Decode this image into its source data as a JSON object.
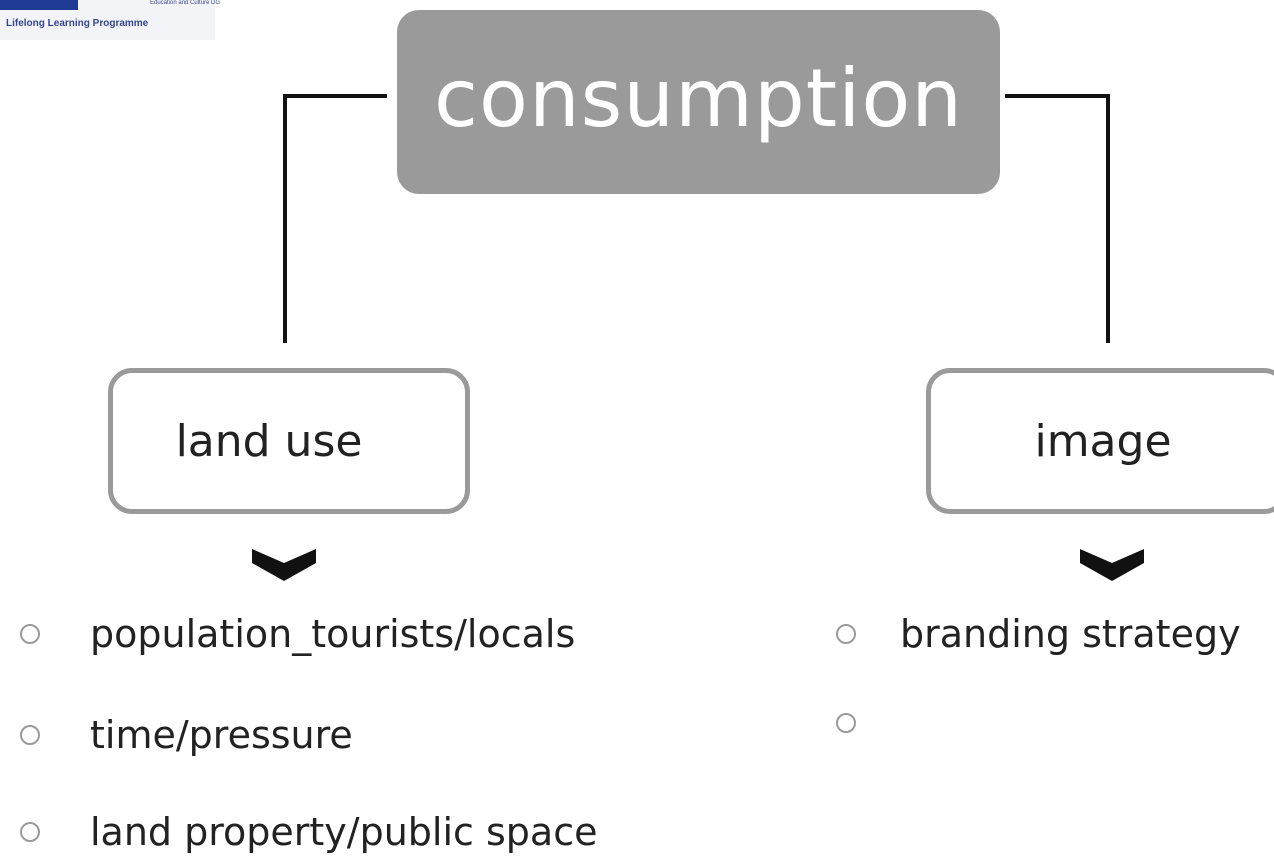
{
  "logo": {
    "subtitle": "Education and Culture DG",
    "title": "Lifelong Learning Programme"
  },
  "root": {
    "label": "consumption"
  },
  "branches": [
    {
      "label": "land use",
      "items": [
        "population_tourists/locals",
        "time/pressure",
        "land property/public space"
      ]
    },
    {
      "label": "image",
      "items": [
        "branding strategy",
        ""
      ]
    }
  ]
}
